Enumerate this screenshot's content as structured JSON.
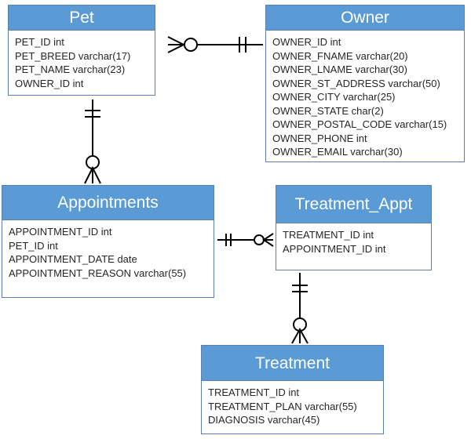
{
  "entities": {
    "pet": {
      "title": "Pet",
      "attributes": [
        "PET_ID int",
        "PET_BREED varchar(17)",
        "PET_NAME varchar(23)",
        "OWNER_ID int"
      ]
    },
    "owner": {
      "title": "Owner",
      "attributes": [
        "OWNER_ID int",
        "OWNER_FNAME varchar(20)",
        "OWNER_LNAME varchar(30)",
        "OWNER_ST_ADDRESS varchar(50)",
        "OWNER_CITY varchar(25)",
        "OWNER_STATE char(2)",
        "OWNER_POSTAL_CODE varchar(15)",
        "OWNER_PHONE int",
        "OWNER_EMAIL varchar(30)"
      ]
    },
    "appointments": {
      "title": "Appointments",
      "attributes": [
        "APPOINTMENT_ID int",
        "PET_ID int",
        "APPOINTMENT_DATE date",
        "APPOINTMENT_REASON varchar(55)"
      ]
    },
    "treatment_appt": {
      "title": "Treatment_Appt",
      "attributes": [
        "TREATMENT_ID int",
        "APPOINTMENT_ID int"
      ]
    },
    "treatment": {
      "title": "Treatment",
      "attributes": [
        "TREATMENT_ID int",
        "TREATMENT_PLAN varchar(55)",
        "DIAGNOSIS varchar(45)"
      ]
    }
  },
  "relationships": [
    {
      "from": "pet",
      "from_cardinality": "zero-or-many",
      "to": "owner",
      "to_cardinality": "one-and-only-one"
    },
    {
      "from": "pet",
      "from_cardinality": "one-and-only-one",
      "to": "appointments",
      "to_cardinality": "zero-or-many"
    },
    {
      "from": "appointments",
      "from_cardinality": "one-and-only-one",
      "to": "treatment_appt",
      "to_cardinality": "zero-or-many"
    },
    {
      "from": "treatment_appt",
      "from_cardinality": "one-and-only-one",
      "to": "treatment",
      "to_cardinality": "zero-or-many"
    }
  ],
  "colors": {
    "header_fill": "#5b9bd5",
    "header_text": "#ffffff",
    "border": "#5a7fb0",
    "line": "#000000"
  }
}
